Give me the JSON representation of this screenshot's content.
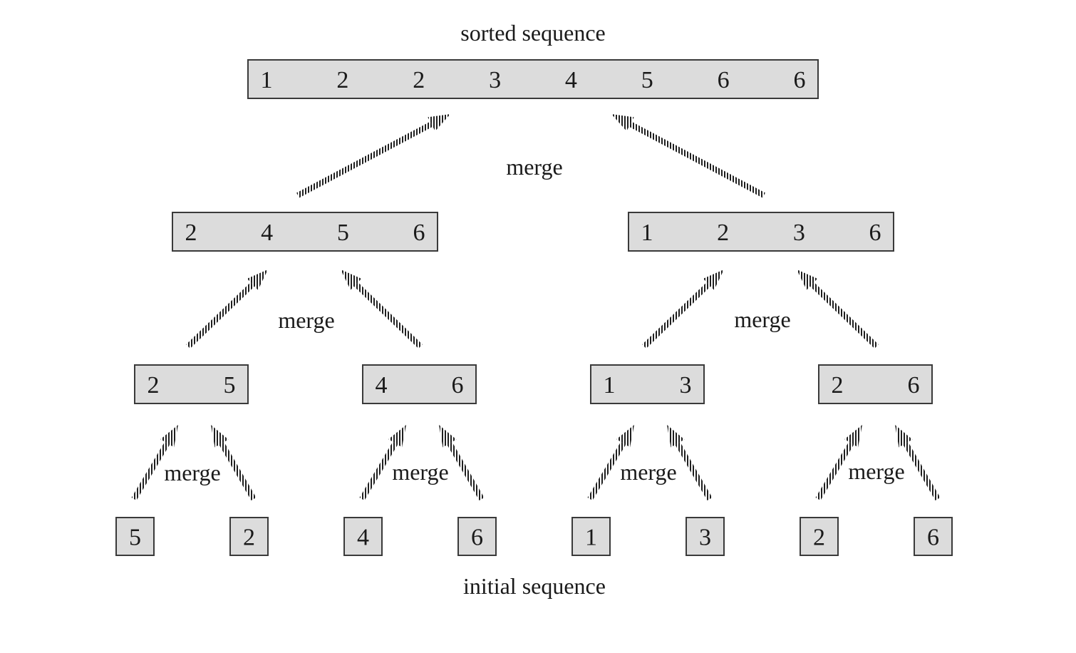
{
  "title": "sorted sequence",
  "footer": "initial sequence",
  "merge_label": "merge",
  "levels": [
    [
      [
        1,
        2,
        2,
        3,
        4,
        5,
        6,
        6
      ]
    ],
    [
      [
        2,
        4,
        5,
        6
      ],
      [
        1,
        2,
        3,
        6
      ]
    ],
    [
      [
        2,
        5
      ],
      [
        4,
        6
      ],
      [
        1,
        3
      ],
      [
        2,
        6
      ]
    ],
    [
      [
        5
      ],
      [
        2
      ],
      [
        4
      ],
      [
        6
      ],
      [
        1
      ],
      [
        3
      ],
      [
        2
      ],
      [
        6
      ]
    ]
  ],
  "colors": {
    "box_fill": "#dcdcdc",
    "box_stroke": "#3a3a3a",
    "arrow": "#1f1f1f"
  }
}
